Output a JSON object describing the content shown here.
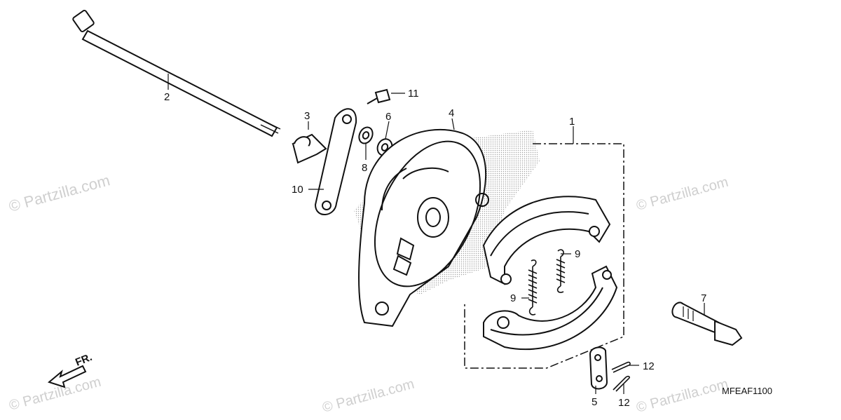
{
  "diagram": {
    "callouts": {
      "p1": "1",
      "p2": "2",
      "p3": "3",
      "p4": "4",
      "p5": "5",
      "p6": "6",
      "p7": "7",
      "p8": "8",
      "p9a": "9",
      "p9b": "9",
      "p10": "10",
      "p11": "11",
      "p12a": "12",
      "p12b": "12"
    },
    "direction_label": "FR.",
    "diagram_code": "MFEAF1100",
    "watermark": "© Partzilla.com"
  }
}
